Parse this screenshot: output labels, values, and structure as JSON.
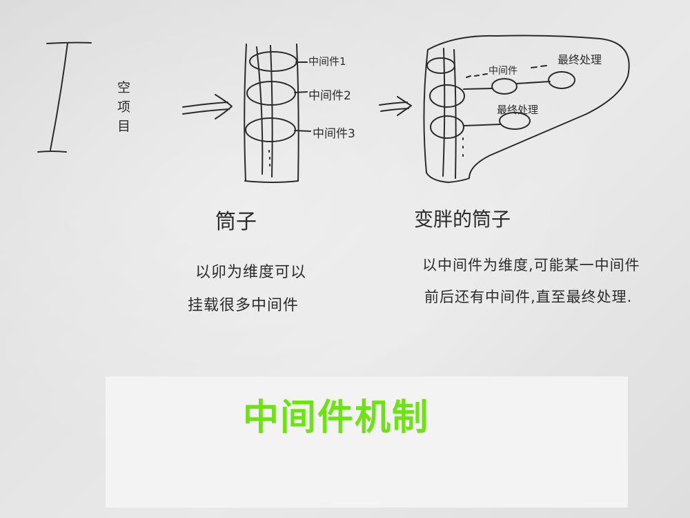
{
  "title": "中间件机制",
  "colors": {
    "title": "#6ee312",
    "ink": "#2a2a2a",
    "paper": "#e6e6e6",
    "panel": "#f3f3f3"
  },
  "left": {
    "empty_project_label": "空项目"
  },
  "middle": {
    "nodes": [
      "中间件1",
      "中间件2",
      "中间件3"
    ],
    "continuation": "⋮",
    "caption": "筒子",
    "description_line1": "以卯为维度可以",
    "description_line2": "挂载很多中间件"
  },
  "right": {
    "branch_middleware": "中间件",
    "final_top": "最终处理",
    "final_bottom": "最终处理",
    "caption": "变胖的筒子",
    "description_line1": "以中间件为维度,可能某一中间件",
    "description_line2": "前后还有中间件,直至最终处理."
  }
}
